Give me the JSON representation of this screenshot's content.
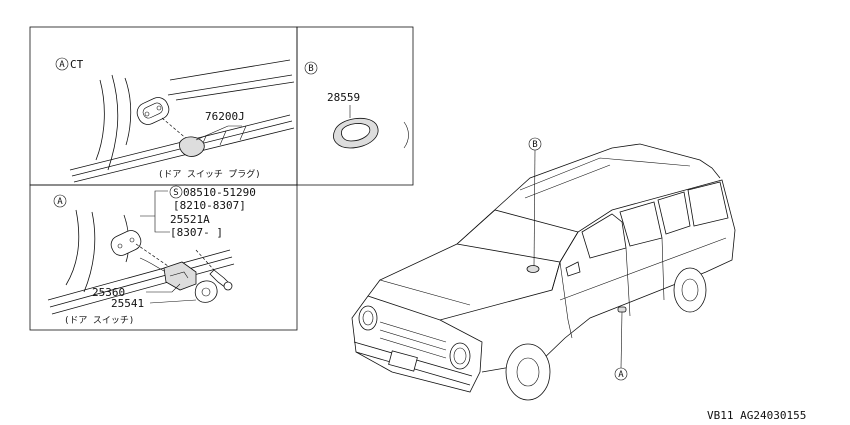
{
  "inset_ct": {
    "label_letter": "A",
    "label_suffix": "CT",
    "part_plug": "76200J",
    "caption": "(ドア スイッチ プラグ)"
  },
  "inset_b": {
    "label_letter": "B",
    "part_grommet": "28559"
  },
  "inset_a": {
    "label_letter": "A",
    "screw_prefix": "S",
    "screw_part": "08510-51290",
    "screw_range": "[8210-8307]",
    "switch_part": "25521A",
    "switch_range": "[8307-  ]",
    "part_25360": "25360",
    "part_25541": "25541",
    "caption": "(ドア スイッチ)"
  },
  "car": {
    "callout_b": "B",
    "callout_a": "A"
  },
  "footer": {
    "code": "VB11  AG24030155"
  }
}
